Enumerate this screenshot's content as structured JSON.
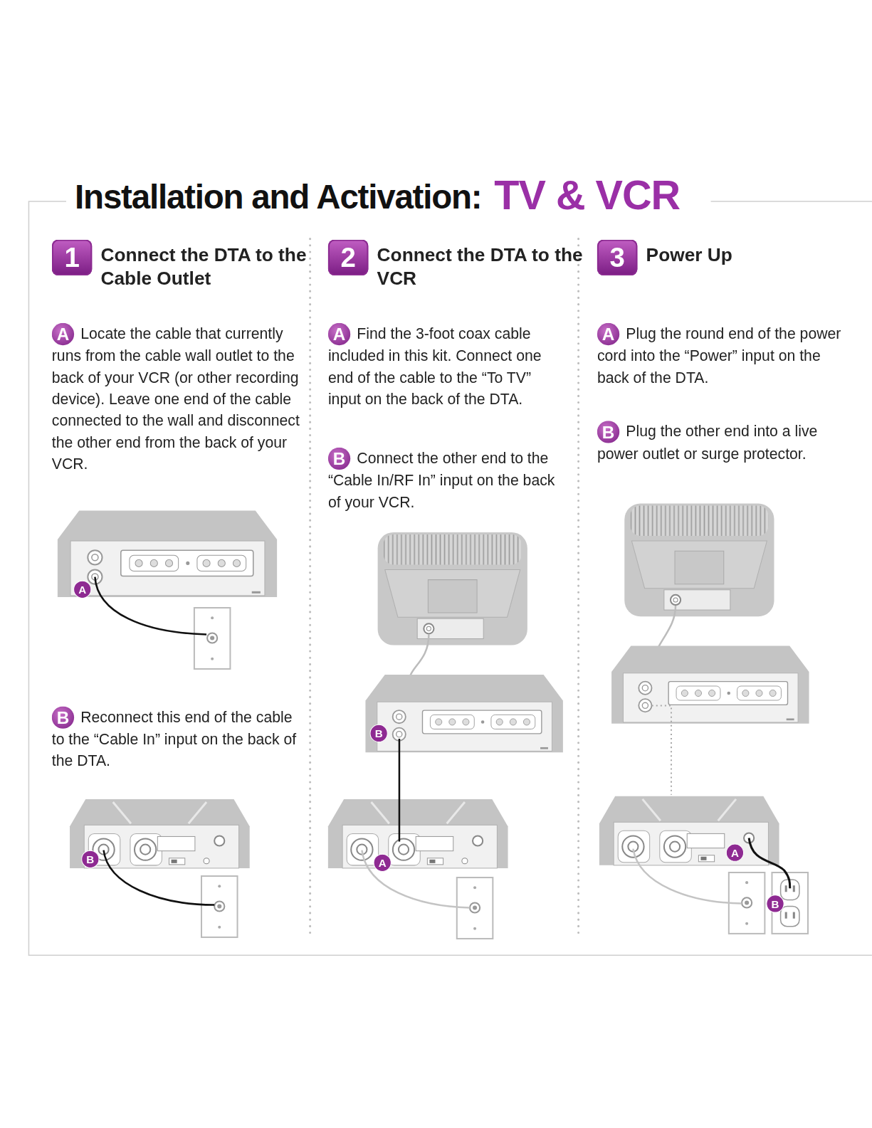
{
  "diagram": {
    "title": "Installation and Activation:",
    "nodes": [
      {
        "text": [
          "1",
          "Connect the DTA to the Cable Outlet"
        ]
      },
      {
        "text": [
          "A",
          "Locate the cable that currently runs from the cable wall outlet to the back of your VCR (or other recording device). Leave one end of the cable connected to the wall and disconnect the other end from the back of your VCR."
        ]
      },
      {
        "text": [
          "B",
          "Reconnect this end of the cable to the “Cable In” input on the back of the DTA."
        ]
      },
      {
        "text": [
          "2",
          "Connect the DTA to the VCR"
        ]
      },
      {
        "text": [
          "A",
          "Find the 3-foot coax cable included in this kit. Connect one end of the cable to the “To TV” input on the back of the DTA."
        ]
      },
      {
        "text": [
          "B",
          "Connect the other end to the “Cable In/RF In” input on the back of your VCR."
        ]
      },
      {
        "text": [
          "3",
          "Power Up"
        ]
      },
      {
        "text": [
          "A",
          "Plug the round end of the power cord into the “Power” input on the back of the DTA."
        ]
      },
      {
        "text": [
          "B",
          "Plug the other end into a live power outlet or surge protector."
        ]
      }
    ],
    "labels": [
      "TV & VCR",
      "A",
      "B",
      "B",
      "A",
      "A",
      "B"
    ]
  }
}
